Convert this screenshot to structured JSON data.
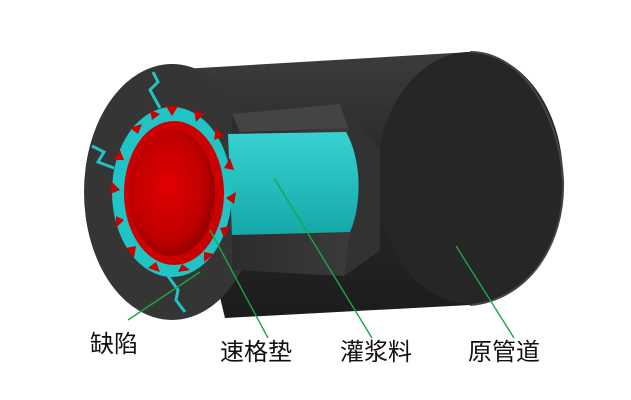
{
  "labels": {
    "defect": "缺陷",
    "gasket": "速格垫",
    "grout": "灌浆料",
    "pipe": "原管道"
  },
  "colors": {
    "pipe_outer": "#2b2b2b",
    "pipe_end": "#3a3a3a",
    "gasket": "#20c4c4",
    "liner": "#c00000",
    "leader_line": "#1aa64a"
  }
}
